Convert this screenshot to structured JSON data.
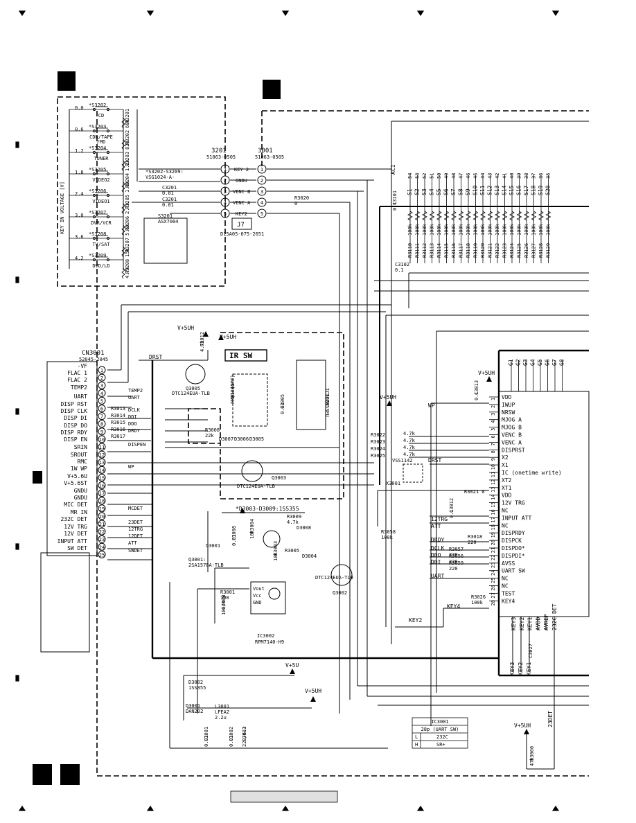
{
  "key_voltage_label": "KEY IN VOLTAGE [V]",
  "key_switches": [
    {
      "v": "0.0",
      "ref": "*S3202",
      "name": "CD"
    },
    {
      "v": "0.6",
      "ref": "*S3203",
      "name": "CDR/TAPE\n/MD"
    },
    {
      "v": "1.2",
      "ref": "*S3204",
      "name": "TUNER"
    },
    {
      "v": "1.8",
      "ref": "*S3205",
      "name": "VIDEO2"
    },
    {
      "v": "2.4",
      "ref": "*S3206",
      "name": "VIDEO1"
    },
    {
      "v": "3.0",
      "ref": "*S3207",
      "name": "DVR/VCR"
    },
    {
      "v": "3.6",
      "ref": "*S3208",
      "name": "TV/SAT"
    },
    {
      "v": "4.2",
      "ref": "*S3209",
      "name": "DVD/LD"
    }
  ],
  "key_resistors": [
    "R3201\n680",
    "R3202\n820",
    "R3203\n1.2k",
    "R3204\n1.8k",
    "R3205\n2.7k",
    "R3206\n5.6k",
    "R3207\n15k",
    "R3208\n4.7k"
  ],
  "conn_3201": {
    "ref": "3201",
    "part": "51063-0505"
  },
  "conn_3001": {
    "ref": "3001",
    "part": "51063-0505"
  },
  "switch_note": "*S3202-S3209:\nVSG1024-A-",
  "s3201": "S3201\nASX7004",
  "c3201a": "C3201\n0.01",
  "c3201b": "C3201\n0.01",
  "key_lines": [
    "KEY 2",
    "GNDU",
    "VENC B",
    "VENC A",
    "KEY2"
  ],
  "r3020": "R3020\n0",
  "j7": "J7",
  "j7_part": "D15A05-075-2651",
  "cn3001": {
    "ref": "CN3001",
    "part": "52045-2045"
  },
  "cn_pins": [
    "-VF",
    "FLAC 1",
    "FLAC 2",
    "TEMP2",
    "UART",
    "DISP RST",
    "DISP CLK",
    "DISP DI",
    "DISP DO",
    "DISP RDY",
    "DISP EN",
    "SRIN",
    "SROUT",
    "RMC",
    "1W WP",
    "V+5.6U",
    "V+5.6ST",
    "GNDU",
    "GNDU",
    "MIC DET",
    "MR IN",
    "232C DET",
    "12V TRG",
    "12V DET",
    "INPUT ATT",
    "SW DET"
  ],
  "cn_pin_nums": [
    "1",
    "2",
    "3",
    "4",
    "5",
    "6",
    "7",
    "8",
    "9",
    "10",
    "11",
    "12",
    "13",
    "14",
    "15",
    "16",
    "17",
    "18",
    "19",
    "20",
    "21",
    "22",
    "23",
    "24",
    "25"
  ],
  "cn_signals": [
    "TEMP2",
    "UART",
    "DCLK",
    "DDI",
    "DDO",
    "DRDY",
    "DISPEN",
    "WP",
    "MCDET",
    "23DET",
    "12TRG",
    "12DET",
    "ATT",
    "SWDET"
  ],
  "cn_resistors": [
    "R3013",
    "R3014",
    "R3015",
    "R3016",
    "R3017"
  ],
  "power_labels": [
    "V+5UH",
    "V+5UH",
    "V+5UH",
    "V+5UH",
    "V+5U",
    "V+5UH",
    "V+5UH"
  ],
  "ir_sw": "IR SW",
  "q3005": "Q3005",
  "q3005_part": "DTC124EUA-TLB",
  "q3004": "Q3004\nFMW1 (SMT)",
  "ic3003": "IC3003\nTC7W53FU",
  "r3008": "R3008\n22k",
  "r3012": "R3012\n4.7k",
  "d3007": "D3007",
  "d3006": "D3006",
  "d3005": "D3005",
  "c3005": "C3005\n0.01",
  "q3003": "Q3003",
  "q3003_part": "DTC124EUA-TLB",
  "d3003_note": "*D3003-D3009:1SS355",
  "q3001": "Q3001",
  "q3001_part": "Q3001:\n2SA1576A-TLB",
  "q3002_part": "DTC124EUA-TLB",
  "q3002": "Q3002",
  "r3009": "R3009\n4.7k",
  "d3008": "D3008",
  "d3004": "D3004",
  "r3005": "R3005",
  "c3008": "C3008\n0.01",
  "r3004": "R3004\n10k",
  "r3003": "R3003\n10k",
  "ic3002": "IC3002",
  "ic3002_part": "RPM7140-H9",
  "ic3002_pins": [
    "Vout",
    "Vcc",
    "GND"
  ],
  "r3001": "R3001\n100",
  "c3009": "C3009\n100/6.3",
  "d3002": "D3002\n1SS355",
  "d3001": "D3001\nDAN202",
  "l3001": "L3001\nLFEA2\n2.2u",
  "c3001": "C3001\n0.01",
  "c3002": "C3002\n0.01",
  "c3003": "C3003\n220/6.3",
  "grid_lines": [
    "S1",
    "S2",
    "S3",
    "S4",
    "S5",
    "S6",
    "S7",
    "S8",
    "S9",
    "S10",
    "S11",
    "S12",
    "S13",
    "S14",
    "S15",
    "S16",
    "S17",
    "S18",
    "S19",
    "S20"
  ],
  "grid_pin_nums": [
    "54",
    "53",
    "52",
    "51",
    "50",
    "49",
    "48",
    "47",
    "46",
    "45",
    "44",
    "43",
    "42",
    "41",
    "40",
    "39",
    "38",
    "37",
    "36",
    "35"
  ],
  "grid_resistors": [
    "R3110",
    "R3111",
    "R3112",
    "R3113",
    "R3114",
    "R3115",
    "R3116",
    "R3117",
    "R3118",
    "R3119",
    "R3120",
    "R3121",
    "R3122",
    "R3123",
    "R3124",
    "R3125",
    "R3126",
    "R3127",
    "R3128",
    "R3129"
  ],
  "grid_res_val": "100k",
  "ac1": "AC1",
  "c3101": "C3101\n0.1",
  "c3102": "C3102\n0.1",
  "g_lines": [
    "G1",
    "G2",
    "G3",
    "G4",
    "G5",
    "G6",
    "G7",
    "G8"
  ],
  "ic3001_pins_left": [
    "VDD",
    "IWUP",
    "NRSW",
    "MJOG A",
    "MJOG B",
    "VENC B",
    "VENC A",
    "DISPRST",
    "X2",
    "X1",
    "IC (onetime write)",
    "XT2",
    "XT1",
    "VDD",
    "12V TRG",
    "NC",
    "INPUT ATT",
    "NC",
    "DISPRDY",
    "DISPCK",
    "DISPDO*",
    "DISPDI*",
    "AVSS",
    "UART SW",
    "NC",
    "NC",
    "TEST",
    "KEY4"
  ],
  "ic3001_bottom": [
    "KEY3",
    "KEY2",
    "KEY1",
    "AVDD",
    "AVREF",
    "232C DET"
  ],
  "r_mjog": [
    "R3022",
    "R3023",
    "R3024",
    "R3025"
  ],
  "r_mjog_val": "4.7k",
  "vss1142": "VSS1142",
  "x3001": "X3001",
  "r3021": "R3021 0",
  "c3012": "C3012\n0.1",
  "c3013": "C3013\n0.1",
  "r3058": "R3058\n100k",
  "r3018": "R3018\n220",
  "r3057": "R3057\n220",
  "r3056": "R3056\n220",
  "r3059": "R3059\n220",
  "r3026": "R3026\n100k",
  "key4": "KEY4",
  "key2": "KEY2",
  "drst": "DRST",
  "wp2": "WP",
  "ic_signals": [
    "12TRG",
    "ATT",
    "DRDY",
    "DCLK",
    "DDO",
    "DDI",
    "UART"
  ],
  "bottom_keys": [
    "KEY3",
    "KEY2",
    "KEY1"
  ],
  "c3027": "C3027",
  "r3060": "R3060\n47k",
  "det23": "23DET",
  "ic3001_table": {
    "title": "IC3001",
    "head": "28p (UART SW)",
    "rows": [
      [
        "L",
        "232C"
      ],
      [
        "H",
        "SR+"
      ]
    ]
  },
  "pin_ref_numbers": [
    "1",
    "2",
    "3",
    "4",
    "5"
  ]
}
